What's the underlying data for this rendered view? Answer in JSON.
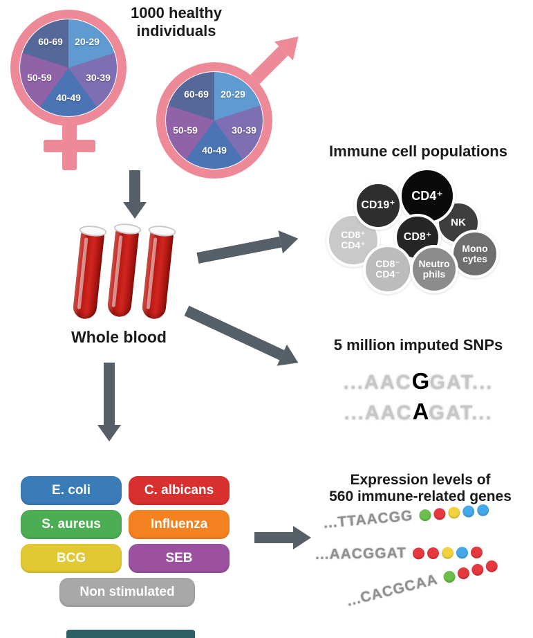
{
  "colors": {
    "symbol": "#ee8a98",
    "arrow": "#565e68",
    "ink": "#1a1a1a",
    "footer_bar": "#2d6066"
  },
  "cohort": {
    "title": "1000 healthy\nindividuals",
    "age_groups": [
      "20-29",
      "30-39",
      "40-49",
      "50-59",
      "60-69"
    ],
    "pie_colors": [
      "#5f9bd0",
      "#7e6eb2",
      "#4a74b4",
      "#9062a8",
      "#56689a"
    ]
  },
  "whole_blood": {
    "label": "Whole blood"
  },
  "immune_cells": {
    "title": "Immune cell populations",
    "cells": [
      {
        "label": "CD8⁺\nCD4⁺",
        "color": "#c9c9c9"
      },
      {
        "label": "CD19⁺",
        "color": "#2e2e2e"
      },
      {
        "label": "NK",
        "color": "#3e3e3e"
      },
      {
        "label": "Mono\ncytes",
        "color": "#6e6e6e"
      },
      {
        "label": "CD4⁺",
        "color": "#0a0a0a"
      },
      {
        "label": "CD8⁺",
        "color": "#262626"
      },
      {
        "label": "CD8⁻\nCD4⁻",
        "color": "#bcbcbc"
      },
      {
        "label": "Neutro\nphils",
        "color": "#8c8c8c"
      }
    ]
  },
  "snps": {
    "title": "5 million imputed SNPs",
    "lines": [
      {
        "pre": "...AAC",
        "snp": "G",
        "post": "GAT..."
      },
      {
        "pre": "...AAC",
        "snp": "A",
        "post": "GAT..."
      }
    ]
  },
  "stimulations": {
    "items": [
      {
        "label": "E. coli",
        "color": "#3a7cb8"
      },
      {
        "label": "C. albicans",
        "color": "#d8302f"
      },
      {
        "label": "S. aureus",
        "color": "#4cae52"
      },
      {
        "label": "Influenza",
        "color": "#f58220"
      },
      {
        "label": "BCG",
        "color": "#e2c832"
      },
      {
        "label": "SEB",
        "color": "#9b51a0"
      },
      {
        "label": "Non stimulated",
        "color": "#a8a8a8"
      }
    ]
  },
  "expression": {
    "title": "Expression levels of\n560 immune-related genes",
    "rows": [
      {
        "seq": "...TTAACGG",
        "dots": [
          "#6cbf4b",
          "#e6383f",
          "#f2d23c",
          "#45a8e8",
          "#45a8e8"
        ]
      },
      {
        "seq": "...AACGGAT",
        "dots": [
          "#e6383f",
          "#e6383f",
          "#f2d23c",
          "#45a8e8",
          "#e6383f"
        ]
      },
      {
        "seq": "...CACGCAA",
        "dots": [
          "#6cbf4b",
          "#e6383f",
          "#e6383f",
          "#e6383f"
        ]
      }
    ]
  }
}
